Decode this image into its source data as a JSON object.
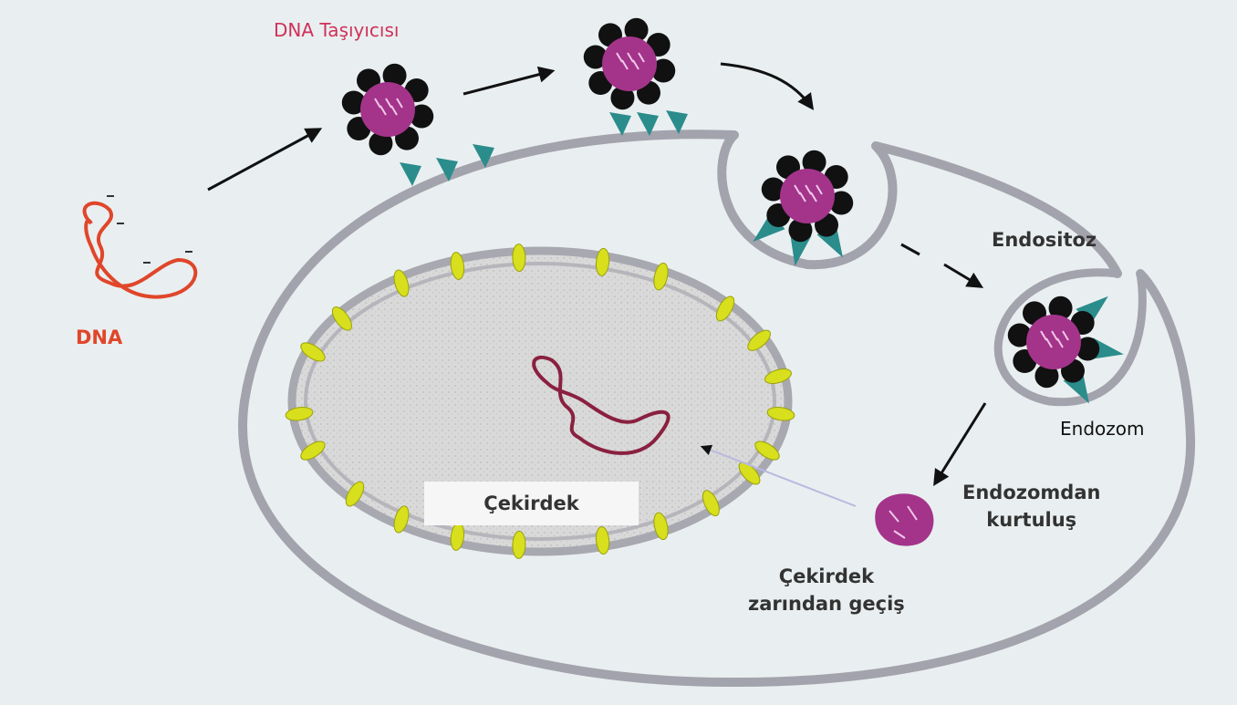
{
  "labels": {
    "carrier": "DNA Taşıyıcısı",
    "dna": "DNA",
    "endocytosis": "Endositoz",
    "endosome": "Endozom",
    "endosome_escape_line1": "Endozomdan",
    "endosome_escape_line2": "kurtuluş",
    "nucleus": "Çekirdek",
    "nuclear_entry_line1": "Çekirdek",
    "nuclear_entry_line2": "zarından geçiş"
  },
  "colors": {
    "background": "#e9eff0",
    "membrane": "#a3a3ad",
    "nucleus_fill": "#d9d9d9",
    "pore": "#d8df1c",
    "receptor": "#2b8c8c",
    "carrier_core": "#a3348a",
    "bead": "#111111",
    "dna": "#e0462a",
    "nuclear_dna": "#8a2040",
    "carrier_label": "#d0305a"
  }
}
